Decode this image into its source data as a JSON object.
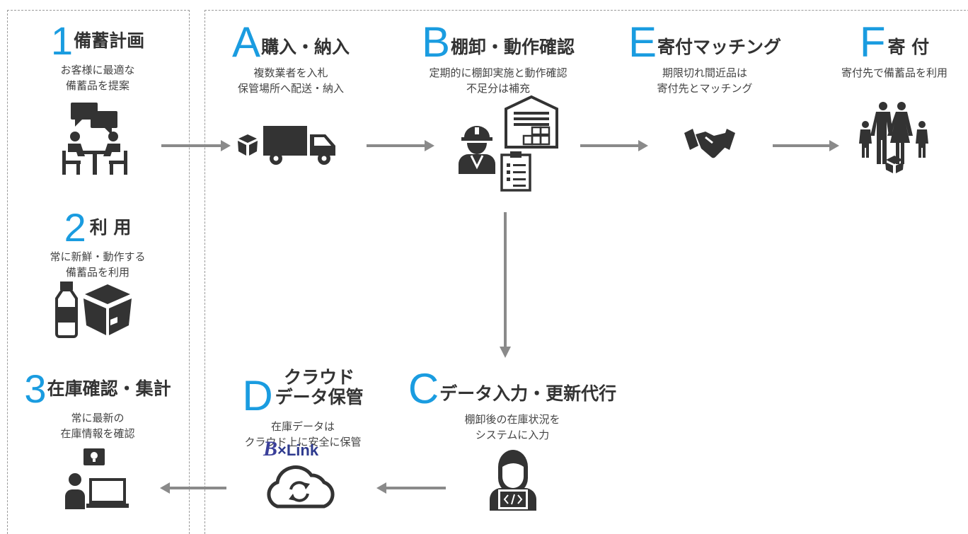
{
  "left_steps": [
    {
      "letter": "1",
      "title": "備蓄計画",
      "desc": [
        "お客様に最適な",
        "備蓄品を提案"
      ]
    },
    {
      "letter": "2",
      "title": "利 用",
      "desc": [
        "常に新鮮・動作する",
        "備蓄品を利用"
      ]
    },
    {
      "letter": "3",
      "title": "在庫確認・集計",
      "desc": [
        "常に最新の",
        "在庫情報を確認"
      ]
    }
  ],
  "flow_steps": {
    "a": {
      "letter": "A",
      "title": "購入・納入",
      "desc": [
        "複数業者を入札",
        "保管場所へ配送・納入"
      ]
    },
    "b": {
      "letter": "B",
      "title": "棚卸・動作確認",
      "desc": [
        "定期的に棚卸実施と動作確認",
        "不足分は補充"
      ]
    },
    "e": {
      "letter": "E",
      "title": "寄付マッチング",
      "desc": [
        "期限切れ間近品は",
        "寄付先とマッチング"
      ]
    },
    "f": {
      "letter": "F",
      "title": "寄 付",
      "desc": [
        "寄付先で備蓄品を利用"
      ]
    },
    "c": {
      "letter": "C",
      "title": "データ入力・更新代行",
      "desc": [
        "棚卸後の在庫状況を",
        "システムに入力"
      ]
    },
    "d": {
      "letter": "D",
      "title_lines": [
        "クラウド",
        "データ保管"
      ],
      "desc": [
        "在庫データは",
        "クラウド上に安全に保管"
      ]
    }
  },
  "logo": {
    "mark": "B",
    "text": "×Link"
  },
  "colors": {
    "accent": "#1a9ce0",
    "icon": "#333333",
    "arrow": "#8a8a8a",
    "frame": "#9a9a9a"
  },
  "icons": [
    "consultation-icon",
    "bottle-icon",
    "box-icon",
    "monitor-user-icon",
    "truck-icon",
    "package-icon",
    "warehouse-icon",
    "worker-icon",
    "checklist-icon",
    "handshake-icon",
    "family-icon",
    "cloud-sync-icon",
    "programmer-icon"
  ]
}
